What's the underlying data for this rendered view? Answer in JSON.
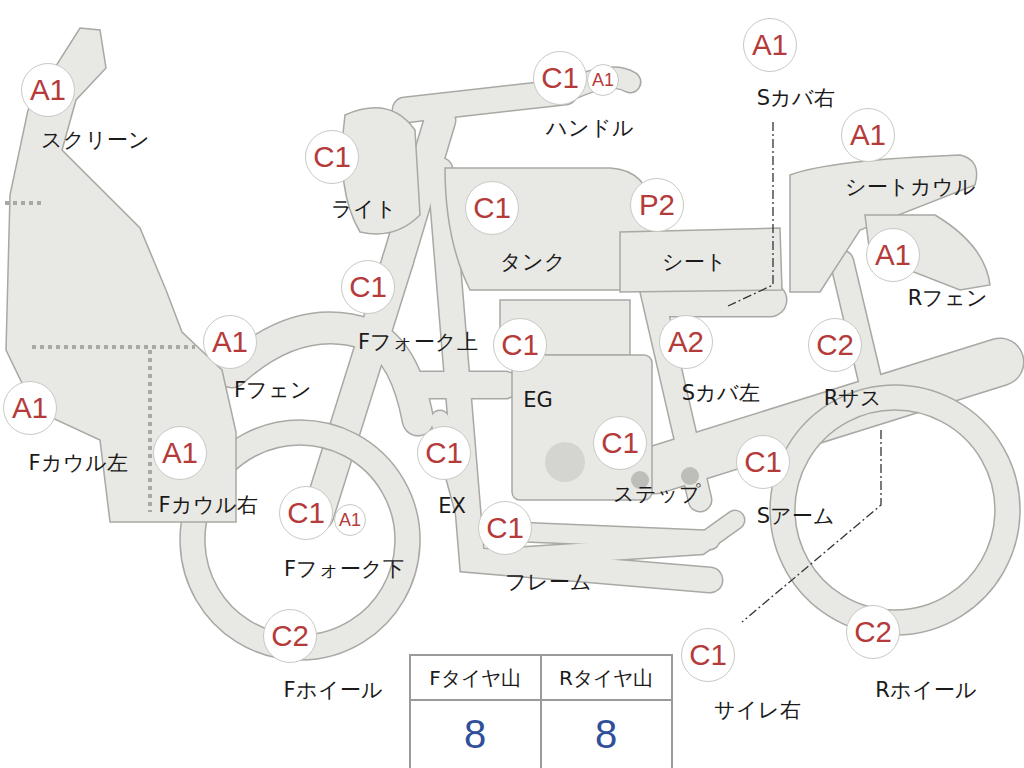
{
  "diagram": {
    "nodes": [
      {
        "text": [
          "A1",
          "スクリーン"
        ]
      },
      {
        "text": [
          "C1",
          "ハンドル"
        ]
      },
      {
        "text": [
          "A1"
        ]
      },
      {
        "text": [
          "A1",
          "Sカバ右"
        ]
      },
      {
        "text": [
          "C1",
          "ライト"
        ]
      },
      {
        "text": [
          "A1",
          "シートカウル"
        ]
      },
      {
        "text": [
          "C1",
          "タンク"
        ]
      },
      {
        "text": [
          "P2",
          "シート"
        ]
      },
      {
        "text": [
          "A1",
          "Rフェン"
        ]
      },
      {
        "text": [
          "C1",
          "Fフォーク上"
        ]
      },
      {
        "text": [
          "A1",
          "Fフェン"
        ]
      },
      {
        "text": [
          "C1",
          "EG"
        ]
      },
      {
        "text": [
          "A2",
          "Sカバ左"
        ]
      },
      {
        "text": [
          "C2",
          "Rサス"
        ]
      },
      {
        "text": [
          "A1",
          "Fカウル左"
        ]
      },
      {
        "text": [
          "A1",
          "Fカウル右"
        ]
      },
      {
        "text": [
          "C1",
          "EX"
        ]
      },
      {
        "text": [
          "C1",
          "ステップ"
        ]
      },
      {
        "text": [
          "C1",
          "Sアーム"
        ]
      },
      {
        "text": [
          "C1",
          "Fフォーク下"
        ]
      },
      {
        "text": [
          "A1"
        ]
      },
      {
        "text": [
          "C1",
          "フレーム"
        ]
      },
      {
        "text": [
          "C2",
          "Fホイール"
        ]
      },
      {
        "text": [
          "C1",
          "サイレ右"
        ]
      },
      {
        "text": [
          "C2",
          "Rホイール"
        ]
      }
    ],
    "labels": [
      "Fタイヤ山",
      "Rタイヤ山",
      "8",
      "8"
    ]
  }
}
